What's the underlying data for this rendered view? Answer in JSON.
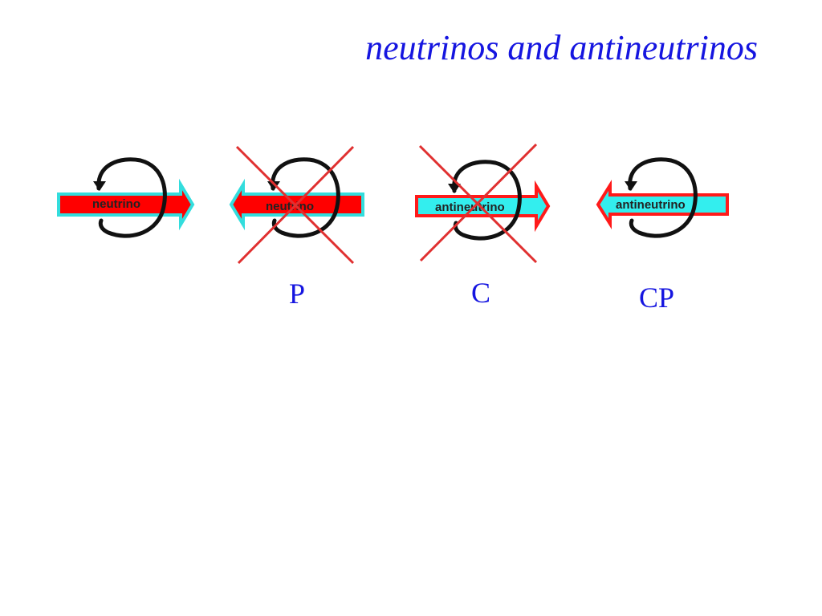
{
  "title": "neutrinos and antineutrinos",
  "panels": [
    {
      "id": "original",
      "arrow_label": "neutrino",
      "symmetry_label": "",
      "crossed_out": false
    },
    {
      "id": "p",
      "arrow_label": "neutrino",
      "symmetry_label": "P",
      "crossed_out": true
    },
    {
      "id": "c",
      "arrow_label": "antineutrino",
      "symmetry_label": "C",
      "crossed_out": true
    },
    {
      "id": "cp",
      "arrow_label": "antineutrino",
      "symmetry_label": "CP",
      "crossed_out": false
    }
  ],
  "colors": {
    "title": "#1515e0",
    "neutrino_fill": "#ff0000",
    "neutrino_outline": "#33dddd",
    "antineutrino_fill": "#33eeee",
    "antineutrino_outline": "#ff1a1a",
    "cross": "#e03030",
    "spin": "#111111"
  }
}
